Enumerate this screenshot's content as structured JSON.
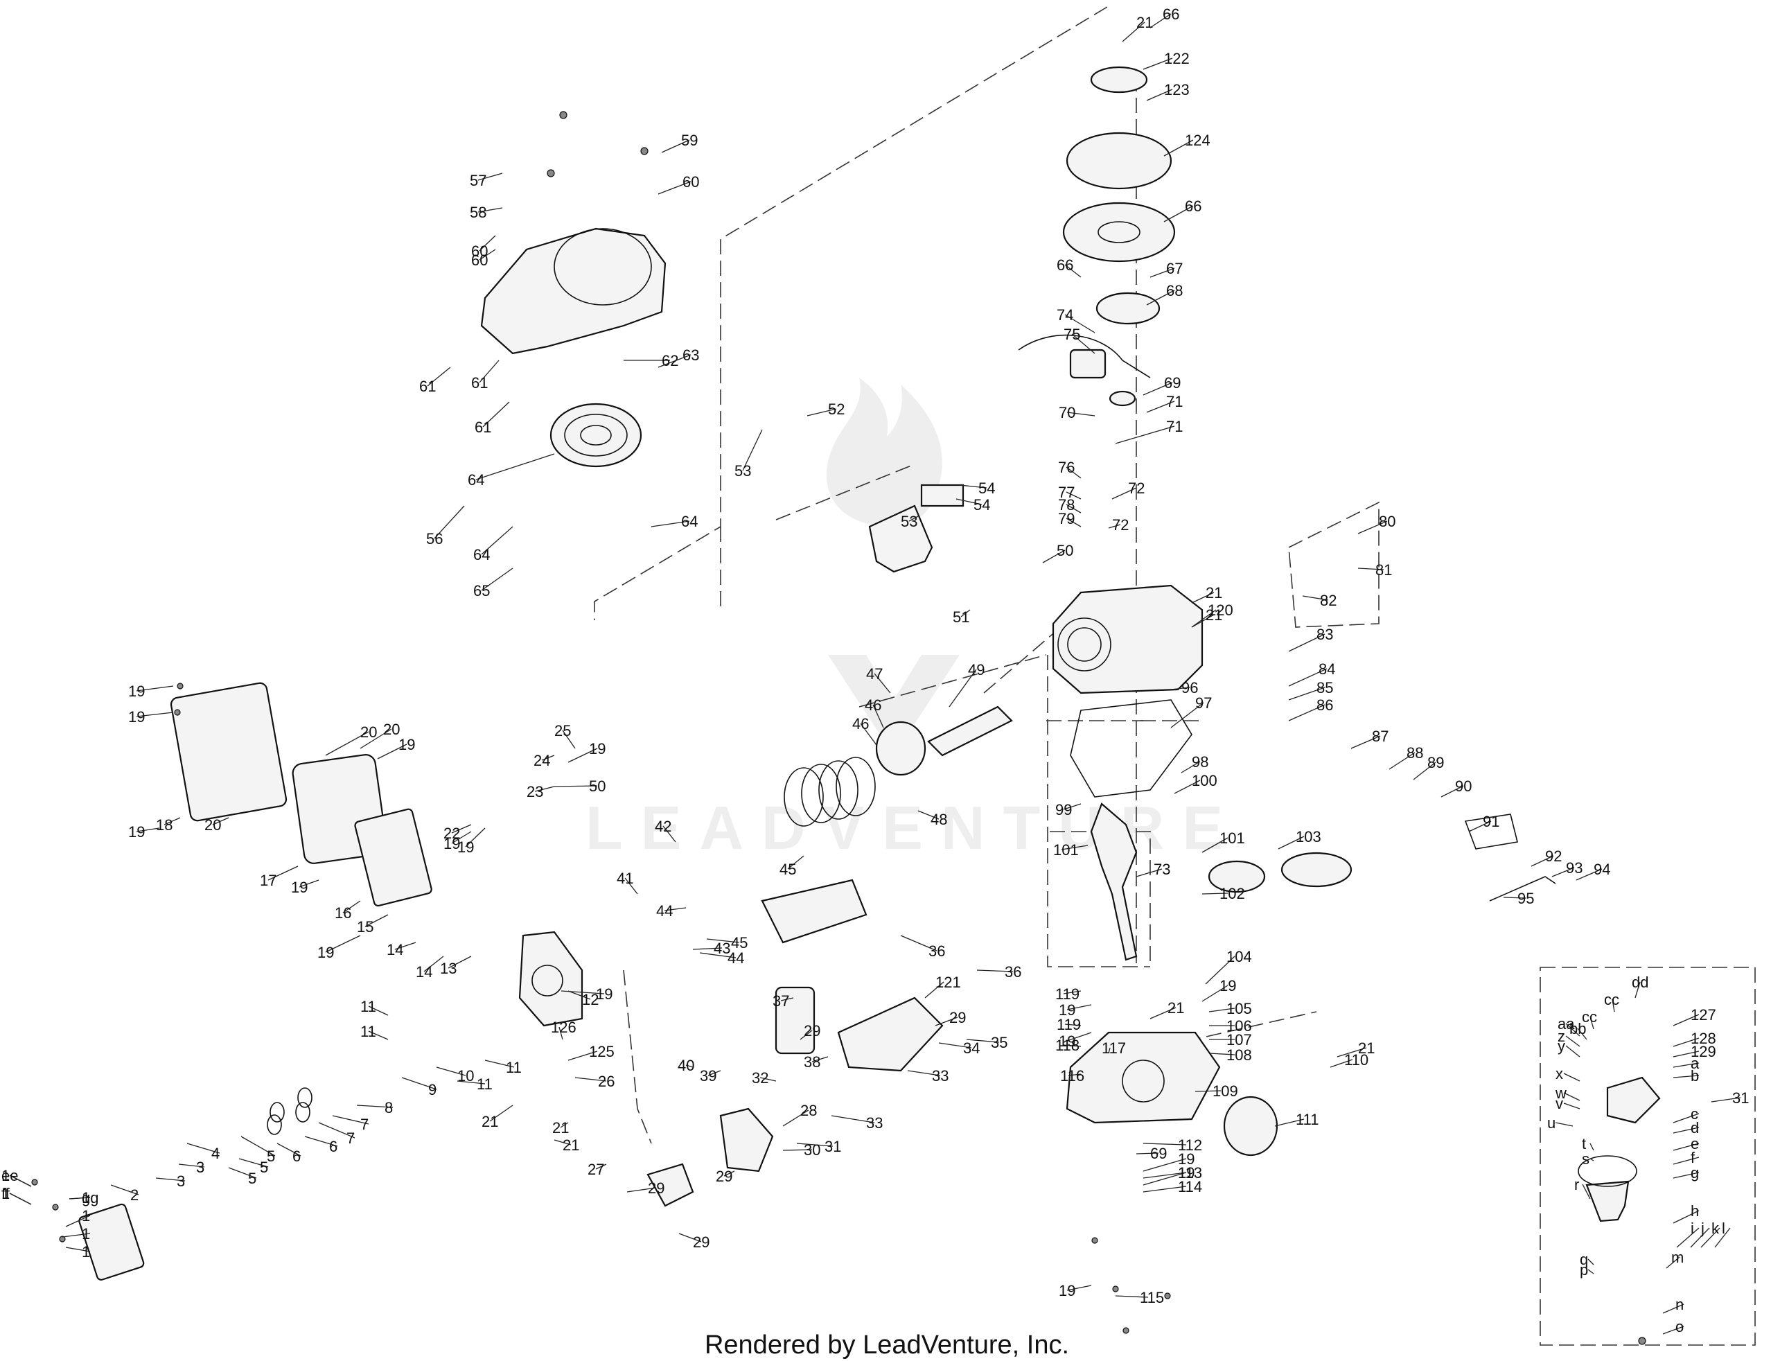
{
  "footer_text": "Rendered by LeadVenture, Inc.",
  "watermark_text": "LEADVENTURE",
  "labels": [
    "1",
    "1",
    "1",
    "1",
    "1",
    "1",
    "2",
    "3",
    "3",
    "4",
    "5",
    "5",
    "5",
    "6",
    "6",
    "7",
    "7",
    "8",
    "9",
    "10",
    "11",
    "11",
    "11",
    "11",
    "12",
    "13",
    "14",
    "14",
    "15",
    "16",
    "17",
    "18",
    "19",
    "19",
    "19",
    "19",
    "19",
    "19",
    "19",
    "19",
    "19",
    "19",
    "19",
    "19",
    "19",
    "19",
    "19",
    "19",
    "20",
    "20",
    "20",
    "21",
    "21",
    "21",
    "21",
    "21",
    "21",
    "21",
    "21",
    "22",
    "23",
    "24",
    "25",
    "26",
    "27",
    "28",
    "29",
    "29",
    "29",
    "29",
    "29",
    "30",
    "31",
    "31",
    "32",
    "33",
    "33",
    "34",
    "35",
    "36",
    "36",
    "37",
    "38",
    "39",
    "40",
    "41",
    "42",
    "43",
    "44",
    "44",
    "45",
    "45",
    "46",
    "46",
    "47",
    "48",
    "49",
    "50",
    "50",
    "51",
    "52",
    "53",
    "53",
    "54",
    "54",
    "56",
    "57",
    "58",
    "59",
    "60",
    "60",
    "60",
    "61",
    "61",
    "61",
    "62",
    "63",
    "64",
    "64",
    "64",
    "65",
    "66",
    "66",
    "66",
    "67",
    "68",
    "69",
    "69",
    "70",
    "71",
    "71",
    "72",
    "72",
    "73",
    "74",
    "75",
    "76",
    "77",
    "78",
    "79",
    "80",
    "81",
    "82",
    "83",
    "84",
    "85",
    "86",
    "87",
    "88",
    "89",
    "90",
    "91",
    "92",
    "93",
    "94",
    "95",
    "96",
    "97",
    "98",
    "99",
    "100",
    "101",
    "101",
    "102",
    "103",
    "104",
    "105",
    "106",
    "107",
    "108",
    "109",
    "110",
    "111",
    "112",
    "113",
    "114",
    "115",
    "116",
    "117",
    "118",
    "119",
    "119",
    "120",
    "121",
    "122",
    "123",
    "124",
    "125",
    "126",
    "127",
    "128",
    "129",
    "a",
    "b",
    "c",
    "d",
    "e",
    "f",
    "g",
    "h",
    "i",
    "j",
    "k",
    "l",
    "m",
    "n",
    "o",
    "p",
    "q",
    "r",
    "s",
    "t",
    "u",
    "v",
    "w",
    "x",
    "y",
    "z",
    "aa",
    "bb",
    "cc",
    "cc",
    "dd",
    "ee",
    "ff",
    "gg"
  ]
}
